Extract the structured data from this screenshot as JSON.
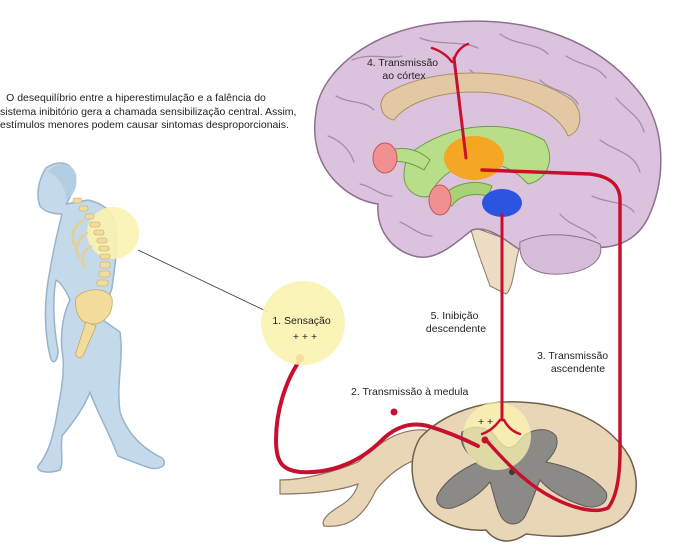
{
  "intro": {
    "line1": "O desequilíbrio entre a hiperestimulação e a falência do",
    "line2": "sistema inibitório gera a chamada sensibilização central. Assim,",
    "line3": "estímulos menores podem causar sintomas desproporcionais."
  },
  "labels": {
    "sensation_line1": "1. Sensação",
    "sensation_line2": "+ + +",
    "spinal_transmission": "2. Transmissão à medula",
    "ascending_line1": "3. Transmissão",
    "ascending_line2": "ascendente",
    "cortex_line1": "4. Transmissão",
    "cortex_line2": "ao córtex",
    "inhibition_line1": "5. Inibição",
    "inhibition_line2": "descendente",
    "cord_plus": "+ +"
  },
  "colors": {
    "pathway": "#c8102e",
    "highlight": "#fbf3b0",
    "brain": "#dcc3dd",
    "limbic": "#b8de8a",
    "thalamus": "#f5a623",
    "brainstem_nucleus": "#2b55e0",
    "amygdala": "#f09090",
    "cord_tissue": "#e9d6b6",
    "grey_matter": "#8c8a86",
    "body": "#c4d9ea"
  }
}
